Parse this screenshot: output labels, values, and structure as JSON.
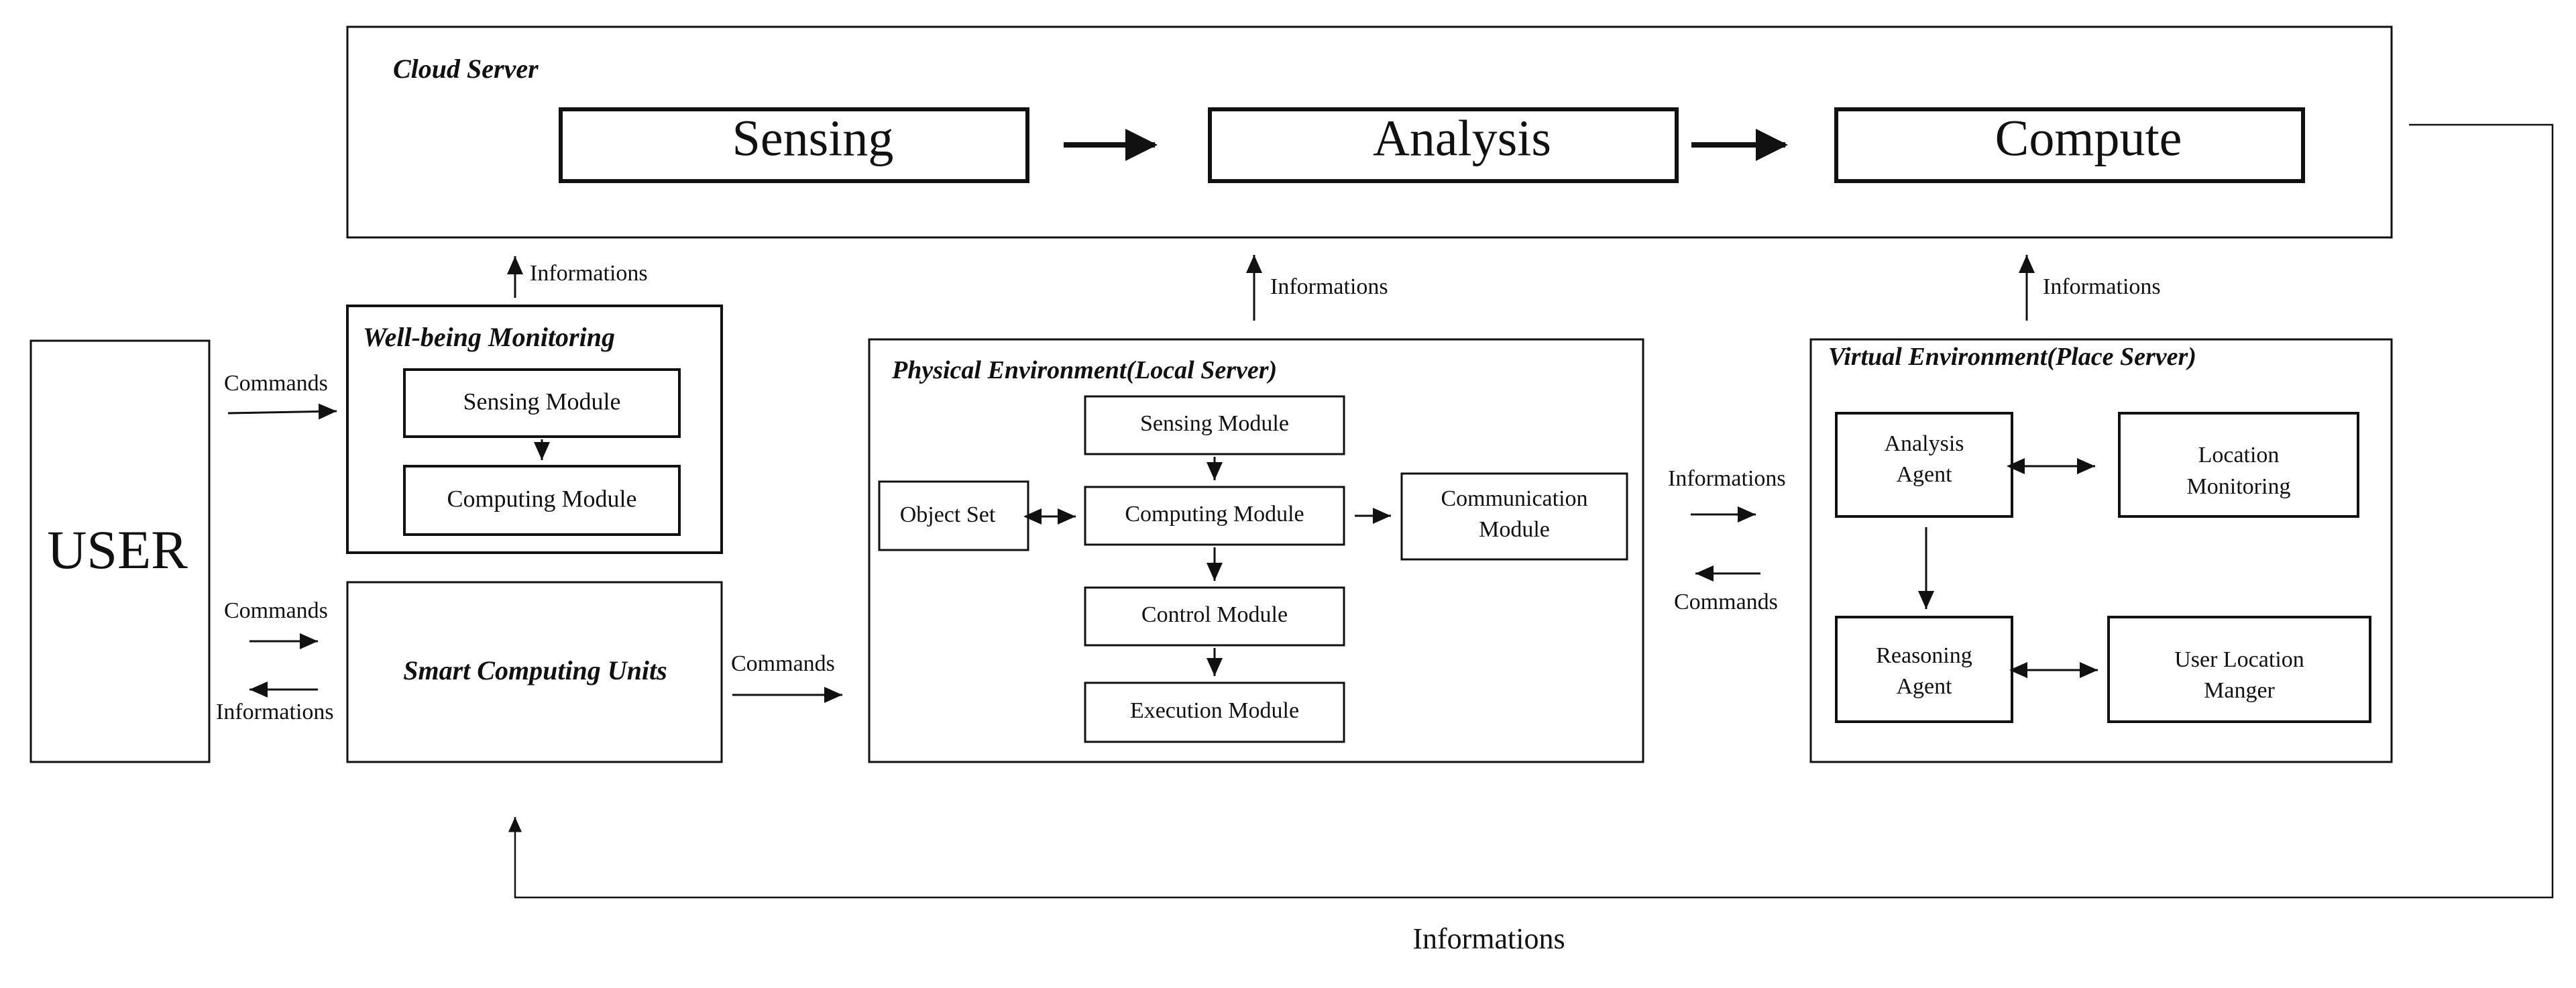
{
  "user": {
    "label": "USER"
  },
  "cloud": {
    "title": "Cloud Server",
    "stages": [
      "Sensing",
      "Analysis",
      "Compute"
    ]
  },
  "wellbeing": {
    "title": "Well-being Monitoring",
    "modules": [
      "Sensing Module",
      "Computing Module"
    ]
  },
  "smart_units": {
    "title": "Smart Computing Units"
  },
  "physical": {
    "title": "Physical Environment(Local Server)",
    "object_set": "Object Set",
    "modules": [
      "Sensing Module",
      "Computing Module",
      "Control Module",
      "Execution Module"
    ],
    "communication": [
      "Communication",
      "Module"
    ]
  },
  "virtual": {
    "title": "Virtual Environment(Place Server)",
    "analysis_agent": [
      "Analysis",
      "Agent"
    ],
    "location_monitoring": [
      "Location",
      "Monitoring"
    ],
    "reasoning_agent": [
      "Reasoning",
      "Agent"
    ],
    "user_location": [
      "User Location",
      "Manger"
    ]
  },
  "labels": {
    "commands": "Commands",
    "informations": "Informations"
  }
}
